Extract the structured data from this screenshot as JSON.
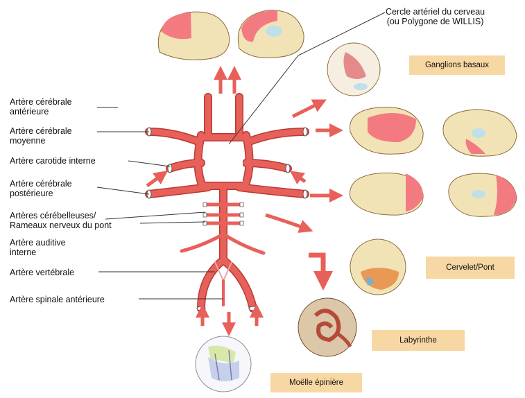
{
  "title": {
    "line1": "Cercle artériel du cerveau",
    "line2": "(ou Polygone de WILLIS)"
  },
  "left_labels": [
    {
      "line1": "Artère cérébrale",
      "line2": "antérieure"
    },
    {
      "line1": "Artère cérébrale",
      "line2": "moyenne"
    },
    {
      "line1": "Artère carotide interne",
      "line2": ""
    },
    {
      "line1": "Artère cérébrale",
      "line2": "postérieure"
    },
    {
      "line1": "Artères cérébelleuses/",
      "line2": "Rameaux nerveux du pont"
    },
    {
      "line1": "Artère auditive",
      "line2": "interne"
    },
    {
      "line1": "Artère vertébrale",
      "line2": ""
    },
    {
      "line1": "Artère spinale antérieure",
      "line2": ""
    }
  ],
  "region_boxes": {
    "ganglions": "Ganglions basaux",
    "cervelet": "Cervelet/Pont",
    "labyrinthe": "Labyrinthe",
    "moelle": "Moëlle épinière"
  },
  "colors": {
    "artery": "#e8605a",
    "artery_dark": "#b83a33",
    "highlight": "#f47a82",
    "brain": "#f2e3b6",
    "box": "#f7d7a3"
  }
}
